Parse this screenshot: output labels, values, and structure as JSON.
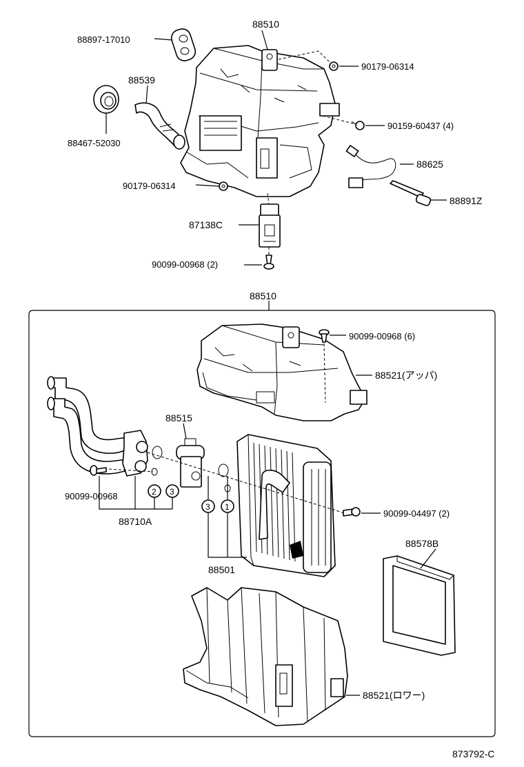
{
  "labels": {
    "top_case": "88510",
    "grommet": "88897-17010",
    "nut_top_right": "90179-06314",
    "drain_hose": "88539",
    "drain_grommet": "88467-52030",
    "screw_right": "90159-60437 (4)",
    "wire_harness": "88625",
    "sensor": "88891Z",
    "nut_bottom_left": "90179-06314",
    "resistor": "87138C",
    "screw_bottom": "90099-00968 (2)",
    "assembly": "88510",
    "screw_upper_case": "90099-00968 (6)",
    "upper_case": "88521(アッパ)",
    "expansion_valve": "88515",
    "screw_left": "90099-00968",
    "tube": "88710A",
    "screw_evap": "90099-04497 (2)",
    "evaporator": "88501",
    "filter": "88578B",
    "lower_case": "88521(ロワー)",
    "diagram_code": "873792-C"
  },
  "callouts": {
    "oring_1": "1",
    "oring_2": "2",
    "oring_3a": "3",
    "oring_3b": "3"
  }
}
